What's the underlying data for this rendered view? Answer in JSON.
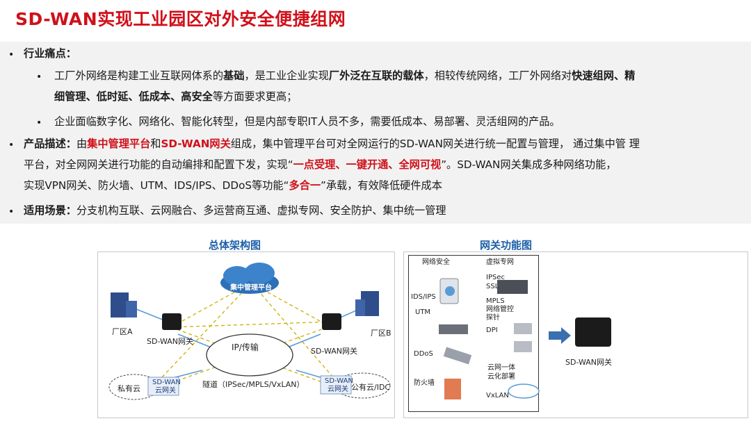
{
  "title": "SD-WAN实现工业园区对外安全便捷组网",
  "pain": {
    "label": "行业痛点：",
    "item1": {
      "t1": "工厂外网络是构建工业互联网体系的",
      "b1": "基础",
      "t2": "，是工业企业实现",
      "b2": "厂外泛在互联的载体",
      "t3": "，相较传统网络，工厂外网络对",
      "b3": "快速组网、精",
      "b4": "细管理、低时延、低成本、高安全",
      "t4": "等方面要求更高；"
    },
    "item2": "企业面临数字化、网络化、智能化转型，但是内部专职IT人员不多，需要低成本、易部署、灵活组网的产品。"
  },
  "product": {
    "label": "产品描述：",
    "t1": "由",
    "r1": "集中管理平台",
    "t2": "和",
    "r2": "SD-WAN网关",
    "t3": "组成，集中管理平台可对全网运行的SD-WAN网关进行统一配置与管理， 通过集中管 理",
    "t4": "平台，对全网网关进行功能的自动编排和配置下发，实现“",
    "r3": "一点受理、一键开通、全网可视",
    "t5": "”。SD-WAN网关集成多种网络功能，",
    "t6": "实现VPN网关、防火墙、UTM、IDS/IPS、DDoS等功能“",
    "r4": "多合一",
    "t7": "”承载，有效降低硬件成本"
  },
  "scenario": {
    "label": "适用场景：",
    "text": "分支机构互联、云网融合、多运营商互通、虚拟专网、安全防护、集中统一管理"
  },
  "arch": {
    "title": "总体架构图",
    "mgmt": "集中管理平台",
    "core": "IP/传输",
    "siteA": "厂区A",
    "siteB": "厂区B",
    "gwA": "SD-WAN网关",
    "gwB": "SD-WAN网关",
    "privateCloud": "私有云",
    "publicCloud": "公有云/IDC",
    "cloudGw1": "SD-WAN",
    "cloudGw2": "云网关",
    "cloudGw3": "SD-WAN",
    "cloudGw4": "云网关",
    "tunnel": "隧道（IPSec/MPLS/VxLAN）"
  },
  "func": {
    "title": "网关功能图",
    "sec": "网络安全",
    "vpn": "虚拟专网",
    "ids": "IDS/IPS",
    "utm": "UTM",
    "ddos": "DDoS",
    "fw": "防火墙",
    "ipsec": "IPSec",
    "ssl": "SSL",
    "mpls": "MPLS",
    "netctl1": "网络管控",
    "netctl2": "探针",
    "dpi": "DPI",
    "cloud1": "云网一体",
    "cloud2": "云化部署",
    "vxlan": "VxLAN",
    "result": "SD-WAN网关"
  },
  "colors": {
    "title": "#d0101a",
    "accent": "#1d5fa8",
    "band": "#f2f2f2"
  }
}
